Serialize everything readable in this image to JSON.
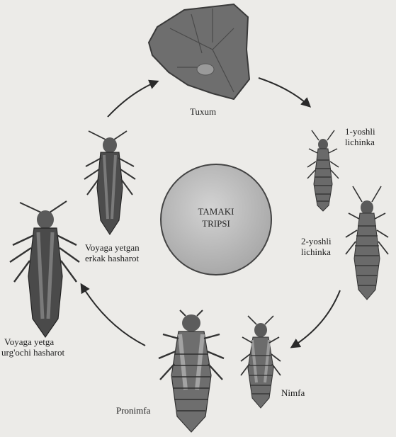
{
  "center": {
    "line1": "TAMAKI",
    "line2": "TRIPSI"
  },
  "stages": {
    "egg": "Tuxum",
    "larva1_line1": "1-yoshli",
    "larva1_line2": "lichinka",
    "larva2_line1": "2-yoshli",
    "larva2_line2": "lichinka",
    "nymph": "Nimfa",
    "pronymph": "Pronimfa",
    "female_line1": "Voyaga yetga",
    "female_line2": "urg'ochi hasharot",
    "male_line1": "Voyaga yetgan",
    "male_line2": "erkak hasharot"
  },
  "colors": {
    "background": "#ecebe8",
    "circle": "#bdbdbd",
    "insect": "#3b3b3b",
    "arrow": "#2a2a2a"
  }
}
